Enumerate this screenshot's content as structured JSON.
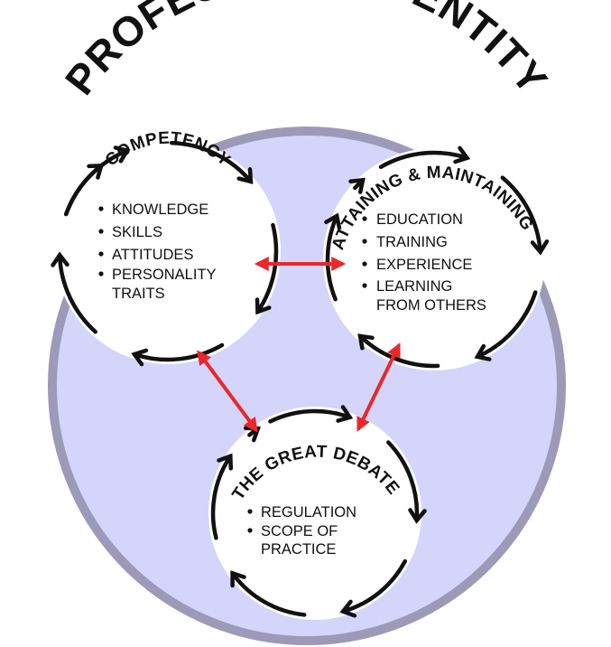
{
  "title": "PROFESIONAL IDENTITY",
  "colors": {
    "outer_fill": "#d5d4fa",
    "outer_ring": "#9c9ab8",
    "inner_fill": "#ffffff",
    "arrow_red": "#e8282b",
    "ink": "#111111"
  },
  "clusters": {
    "competency": {
      "heading": "COMPETENCY",
      "items": [
        "KNOWLEDGE",
        "SKILLS",
        "ATTITUDES",
        "PERSONALITY",
        "TRAITS"
      ]
    },
    "attaining": {
      "heading": "ATTAINING & MAINTAINING",
      "items": [
        "EDUCATION",
        "TRAINING",
        "EXPERIENCE",
        "LEARNING",
        "FROM OTHERS"
      ]
    },
    "debate": {
      "heading": "THE GREAT DEBATE",
      "items": [
        "REGULATION",
        "SCOPE OF",
        "PRACTICE"
      ]
    }
  },
  "icons": {
    "cycle_arrow": "curved-arrow-icon",
    "link_arrow": "double-headed-arrow-icon"
  }
}
